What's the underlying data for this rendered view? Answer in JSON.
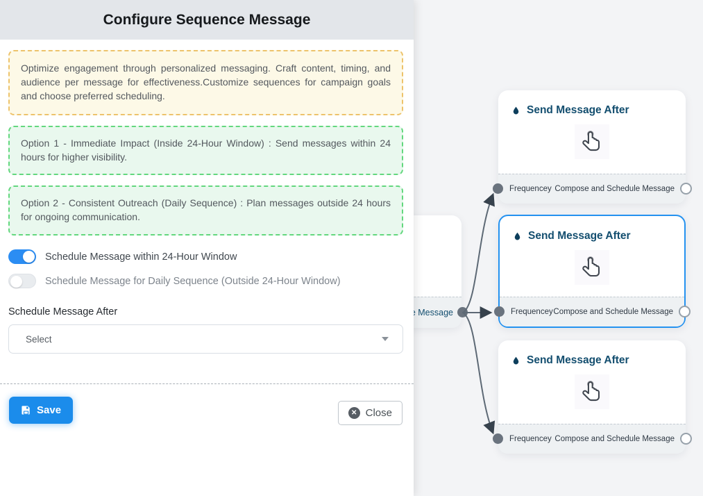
{
  "modal": {
    "title": "Configure Sequence Message",
    "description": "Optimize engagement through personalized messaging. Craft content, timing, and audience per message for effectiveness.Customize sequences for campaign goals and choose preferred scheduling.",
    "options": [
      "Option 1 - Immediate Impact (Inside 24-Hour Window) : Send messages within 24 hours for higher visibility.",
      "Option 2 - Consistent Outreach (Daily Sequence) : Plan messages outside 24 hours for ongoing communication."
    ],
    "toggles": [
      {
        "label": "Schedule Message within 24-Hour Window",
        "state": "on"
      },
      {
        "label": "Schedule Message for Daily Sequence (Outside 24-Hour Window)",
        "state": "off"
      }
    ],
    "schedule_after_label": "Schedule Message After",
    "select_value": "Select",
    "save_label": "Save",
    "close_label": "Close"
  },
  "flow": {
    "source_node": {
      "footer_label": "ce Message"
    },
    "nodes": [
      {
        "title": "Send Message After",
        "footer_left": "Frequencey",
        "footer_right": "Compose and Schedule Message",
        "selected": false
      },
      {
        "title": "Send Message After",
        "footer_left": "Frequencey",
        "footer_right": "Compose and Schedule Message",
        "selected": true
      },
      {
        "title": "Send Message After",
        "footer_left": "Frequencey",
        "footer_right": "Compose and Schedule Message",
        "selected": false
      }
    ]
  },
  "colors": {
    "accent_blue": "#1b8ceb",
    "toggle_on": "#2b8df3",
    "selected_node_border": "#2492f0",
    "node_title": "#134e6f",
    "warning_border": "#edc36b",
    "warning_bg": "#fdf9e7",
    "success_border": "#63d77e",
    "success_bg": "#e9f8ee",
    "edge": "#5d6975",
    "header_bg": "#e3e6ea",
    "canvas_bg": "#f3f4f6"
  }
}
